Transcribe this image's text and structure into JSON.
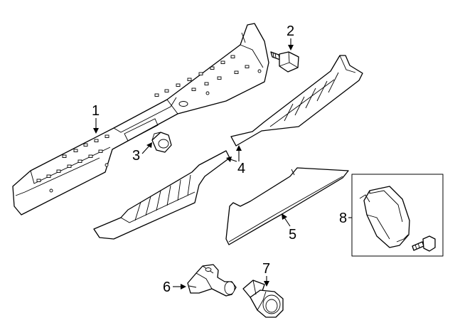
{
  "diagram": {
    "callouts": [
      {
        "id": "1",
        "label": "1",
        "part": "rear-bumper"
      },
      {
        "id": "2",
        "label": "2",
        "part": "bolt"
      },
      {
        "id": "3",
        "label": "3",
        "part": "nut"
      },
      {
        "id": "4",
        "label": "4",
        "part": "step-pad"
      },
      {
        "id": "5",
        "label": "5",
        "part": "lower-trim"
      },
      {
        "id": "6",
        "label": "6",
        "part": "park-sensor"
      },
      {
        "id": "7",
        "label": "7",
        "part": "sensor-retainer"
      },
      {
        "id": "8",
        "label": "8",
        "part": "park-module"
      }
    ],
    "colors": {
      "line": "#000000",
      "background": "#ffffff"
    }
  }
}
